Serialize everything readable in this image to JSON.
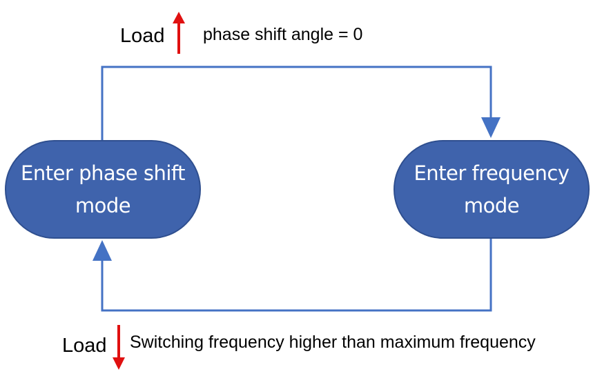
{
  "top_annotation": {
    "load_label": "Load",
    "load_direction": "up",
    "condition": "phase shift angle = 0"
  },
  "bottom_annotation": {
    "load_label": "Load",
    "load_direction": "down",
    "condition": "Switching frequency higher than maximum frequency"
  },
  "nodes": {
    "left": {
      "label": "Enter phase shift mode"
    },
    "right": {
      "label": "Enter frequency mode"
    }
  },
  "colors": {
    "node_fill": "#3f63ac",
    "node_border": "#2f4f8f",
    "connector": "#4472c4",
    "load_arrow": "#e01010",
    "text": "#000000",
    "node_text": "#ffffff"
  }
}
